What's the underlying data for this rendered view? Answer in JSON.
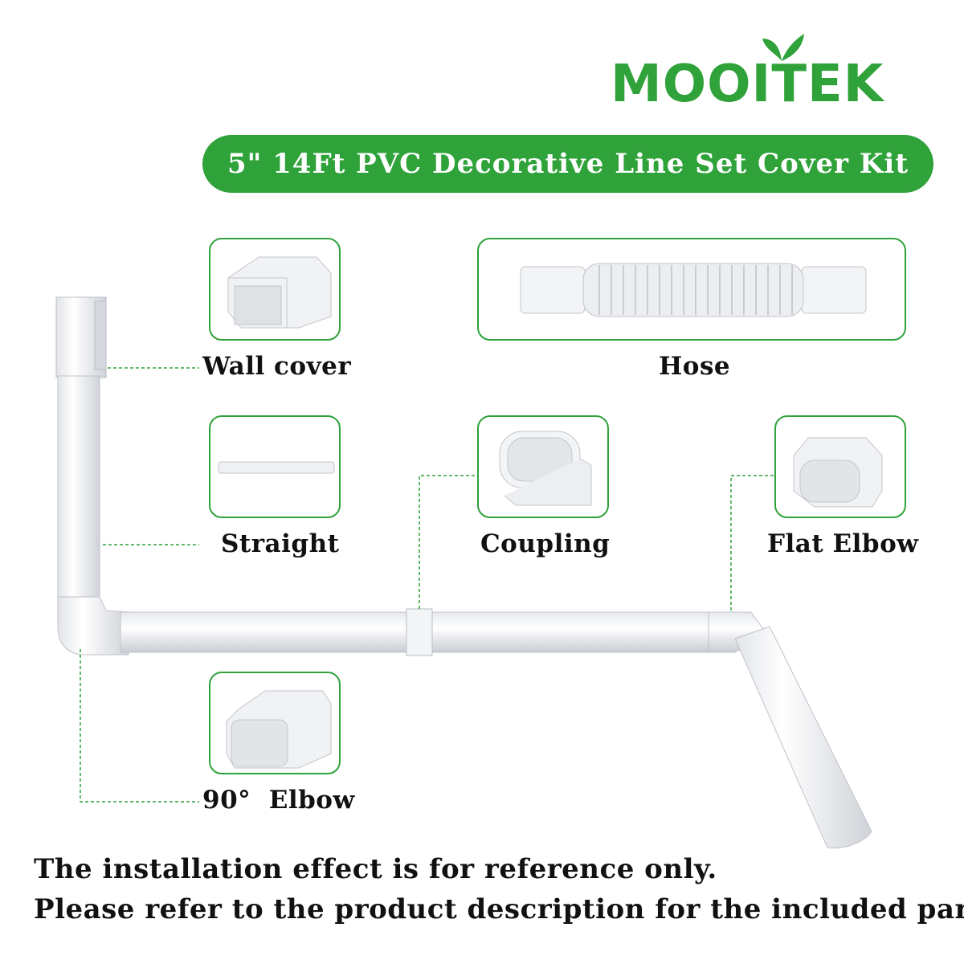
{
  "brand": {
    "logo_text": "MOOITEK",
    "color": "#2fa23a"
  },
  "banner": {
    "title": "5\" 14Ft PVC Decorative Line Set Cover Kit"
  },
  "parts": {
    "wall_cover": "Wall cover",
    "hose": "Hose",
    "straight": "Straight",
    "coupling": "Coupling",
    "flat_elbow": "Flat Elbow",
    "elbow_90": "90°  Elbow"
  },
  "notes": {
    "line1": "The installation effect is for reference only.",
    "line2": "Please refer to the product description for the included parts."
  }
}
